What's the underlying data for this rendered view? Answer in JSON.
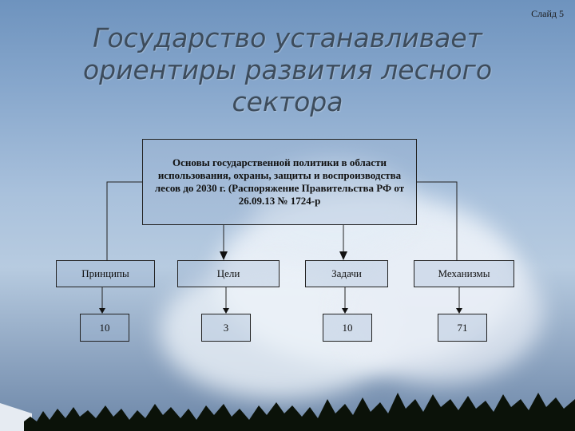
{
  "slide_label": "Слайд 5",
  "title": "Государство устанавливает ориентиры развития лесного сектора",
  "main_box": {
    "text": "Основы государственной политики в области использования, охраны, защиты и воспроизводства лесов до 2030 г. (Распоряжение Правительства РФ от 26.09.13 № 1724-р"
  },
  "categories": [
    {
      "label": "Принципы",
      "count": "10"
    },
    {
      "label": "Цели",
      "count": "3"
    },
    {
      "label": "Задачи",
      "count": "10"
    },
    {
      "label": "Механизмы",
      "count": "71"
    }
  ],
  "colors": {
    "sky_top": "#6e93be",
    "cloud": "#f2f6fa",
    "title": "#3d4c5c",
    "box_border": "#222222",
    "treeline": "#0b1209"
  }
}
